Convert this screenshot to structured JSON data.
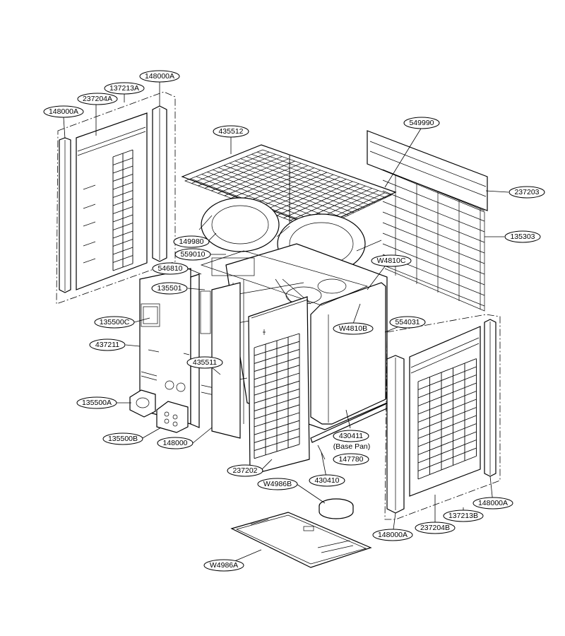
{
  "diagram": {
    "parts": [
      {
        "id": "p-148000A-tl",
        "label": "148000A"
      },
      {
        "id": "p-148000A-top",
        "label": "148000A"
      },
      {
        "id": "p-137213A",
        "label": "137213A"
      },
      {
        "id": "p-237204A",
        "label": "237204A"
      },
      {
        "id": "p-435512",
        "label": "435512"
      },
      {
        "id": "p-549990",
        "label": "549990"
      },
      {
        "id": "p-237203",
        "label": "237203"
      },
      {
        "id": "p-135303",
        "label": "135303"
      },
      {
        "id": "p-149980",
        "label": "149980"
      },
      {
        "id": "p-559010",
        "label": "559010"
      },
      {
        "id": "p-546810",
        "label": "546810"
      },
      {
        "id": "p-W4810C",
        "label": "W4810C"
      },
      {
        "id": "p-135501",
        "label": "135501"
      },
      {
        "id": "p-135500C",
        "label": "135500C"
      },
      {
        "id": "p-W4810B",
        "label": "W4810B"
      },
      {
        "id": "p-554031",
        "label": "554031"
      },
      {
        "id": "p-437211",
        "label": "437211"
      },
      {
        "id": "p-435511",
        "label": "435511"
      },
      {
        "id": "p-135500A",
        "label": "135500A"
      },
      {
        "id": "p-135500B",
        "label": "135500B"
      },
      {
        "id": "p-148000",
        "label": "148000"
      },
      {
        "id": "p-430411",
        "label": "430411"
      },
      {
        "id": "p-147780",
        "label": "147780"
      },
      {
        "id": "p-237202",
        "label": "237202"
      },
      {
        "id": "p-430410",
        "label": "430410"
      },
      {
        "id": "p-W4986B",
        "label": "W4986B"
      },
      {
        "id": "p-148000A-br",
        "label": "148000A"
      },
      {
        "id": "p-137213B",
        "label": "137213B"
      },
      {
        "id": "p-237204B",
        "label": "237204B"
      },
      {
        "id": "p-148000A-bot",
        "label": "148000A"
      },
      {
        "id": "p-W4986A",
        "label": "W4986A"
      }
    ],
    "notes": {
      "base_pan": "(Base Pan)"
    }
  }
}
